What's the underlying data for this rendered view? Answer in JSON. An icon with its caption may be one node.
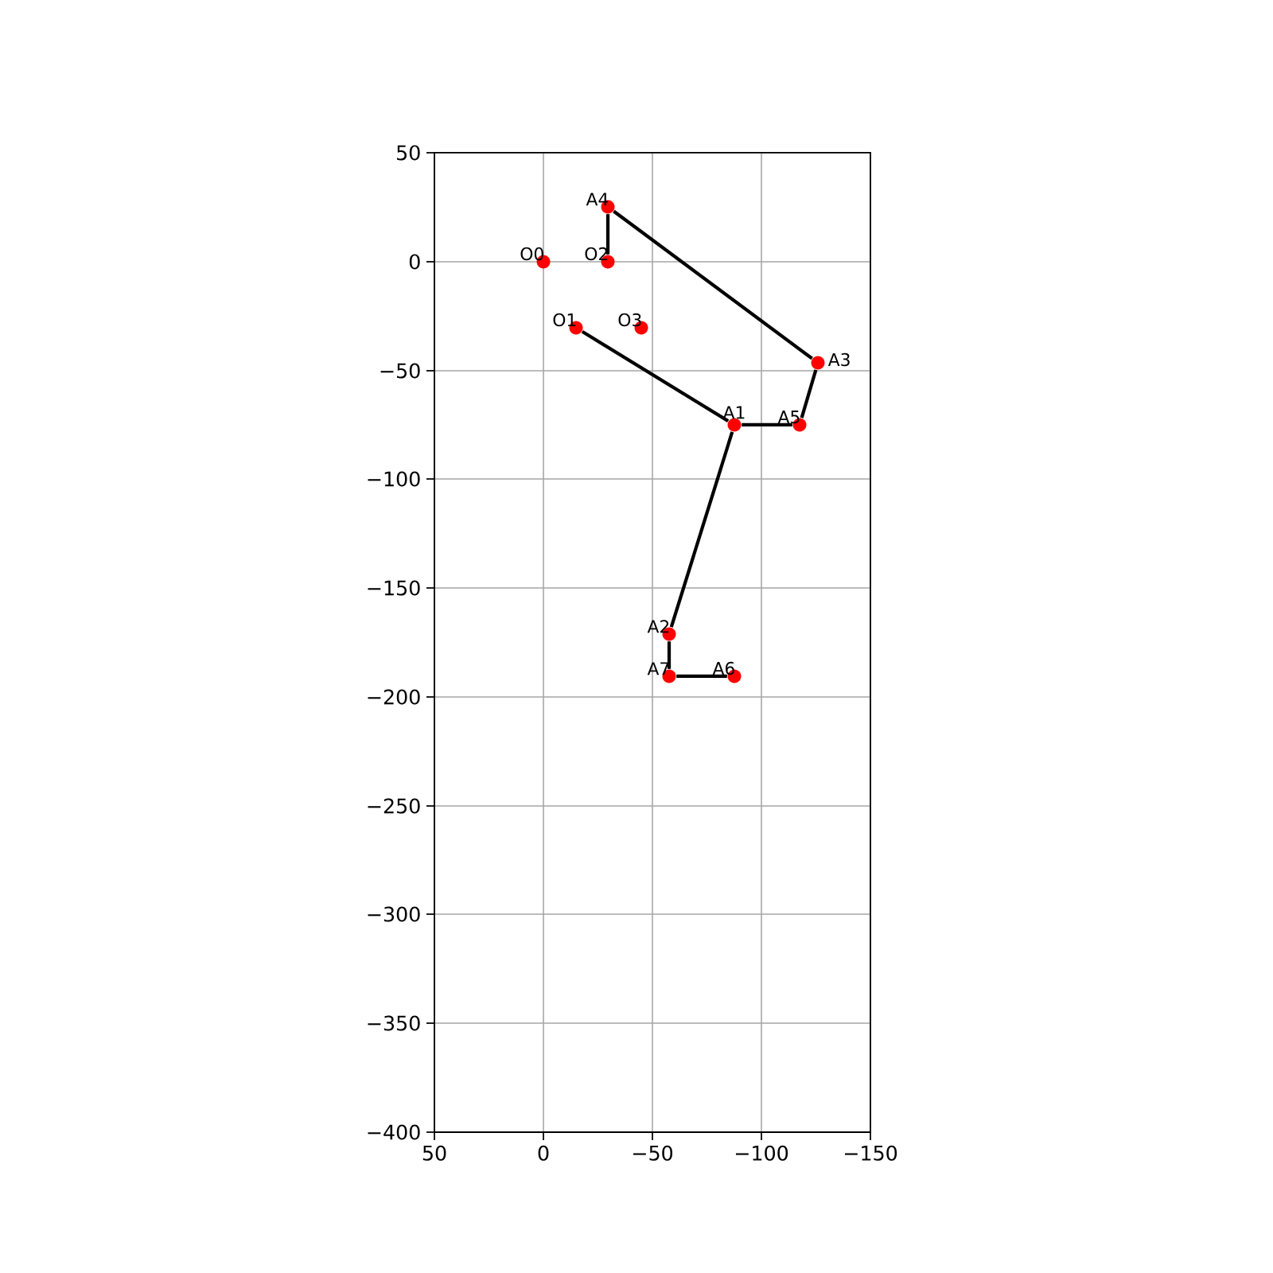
{
  "diagram": {
    "nodes": [
      {
        "text": [
          "A4"
        ]
      },
      {
        "text": [
          "O0"
        ]
      },
      {
        "text": [
          "O2"
        ]
      },
      {
        "text": [
          "O1"
        ]
      },
      {
        "text": [
          "O3"
        ]
      },
      {
        "text": [
          "A3"
        ]
      },
      {
        "text": [
          "A1"
        ]
      },
      {
        "text": [
          "A5"
        ]
      },
      {
        "text": [
          "A2"
        ]
      },
      {
        "text": [
          "A7"
        ]
      },
      {
        "text": [
          "A6"
        ]
      }
    ],
    "edges": [
      {
        "from": 0,
        "to": 2,
        "arrow": "none"
      },
      {
        "from": 0,
        "to": 5,
        "arrow": "none"
      },
      {
        "from": 5,
        "to": 7,
        "arrow": "none"
      },
      {
        "from": 7,
        "to": 6,
        "arrow": "none"
      },
      {
        "from": 6,
        "to": 3,
        "arrow": "none"
      },
      {
        "from": 6,
        "to": 8,
        "arrow": "none"
      },
      {
        "from": 8,
        "to": 9,
        "arrow": "none"
      },
      {
        "from": 9,
        "to": 10,
        "arrow": "none"
      }
    ],
    "chart_data": {
      "type": "scatter",
      "x": [
        -29.5,
        0,
        -29.5,
        -15,
        -45,
        -126,
        -87.5,
        -117.5,
        -57.5,
        -57.5,
        -87.5
      ],
      "series": [
        {
          "color": "#ff0000",
          "values": [
            25,
            0,
            0,
            -30.5,
            -30.5,
            -46.5,
            -75,
            -75,
            -171,
            -190.5,
            -190.5
          ]
        }
      ],
      "xlim": [
        50,
        -150
      ],
      "ylim": [
        -400,
        50
      ],
      "grid": true,
      "xticks": [
        {
          "value": 50,
          "label": "50"
        },
        {
          "value": 0,
          "label": "0"
        },
        {
          "value": -50,
          "label": "−50"
        },
        {
          "value": -100,
          "label": "−100"
        },
        {
          "value": -150,
          "label": "−150"
        }
      ],
      "yticks": [
        {
          "value": 50,
          "label": "50"
        },
        {
          "value": 0,
          "label": "0"
        },
        {
          "value": -50,
          "label": "−50"
        },
        {
          "value": -100,
          "label": "−100"
        },
        {
          "value": -150,
          "label": "−150"
        },
        {
          "value": -200,
          "label": "−200"
        },
        {
          "value": -250,
          "label": "−250"
        },
        {
          "value": -300,
          "label": "−300"
        },
        {
          "value": -350,
          "label": "−350"
        },
        {
          "value": -400,
          "label": "−400"
        }
      ]
    }
  }
}
